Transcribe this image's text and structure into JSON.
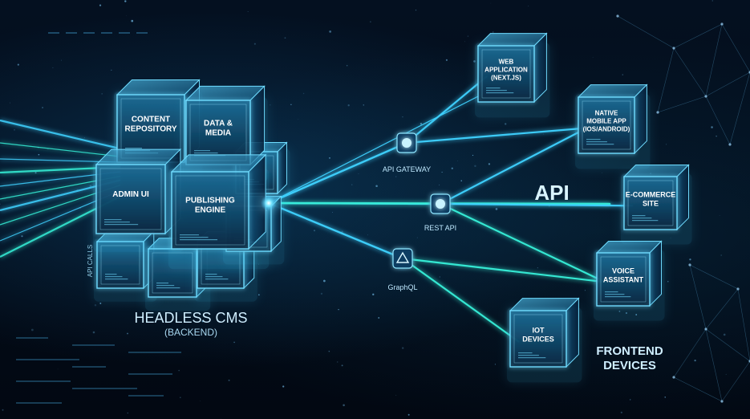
{
  "backend": {
    "title": "HEADLESS CMS",
    "subtitle": "(BACKEND)",
    "side_label": "API CALLS",
    "modules": [
      {
        "lines": [
          "CONTENT",
          "REPOSITORY"
        ]
      },
      {
        "lines": [
          "DATA &",
          "MEDIA"
        ]
      },
      {
        "lines": [
          "ADMIN UI"
        ]
      },
      {
        "lines": [
          "PUBLISHING",
          "ENGINE"
        ]
      }
    ]
  },
  "api": {
    "title": "API",
    "gateways": [
      {
        "label": "API GATEWAY",
        "icon": "circle-node-icon"
      },
      {
        "label": "REST API",
        "icon": "circle-node-icon"
      },
      {
        "label": "GraphQL",
        "icon": "graphql-icon"
      }
    ]
  },
  "frontend": {
    "title_lines": [
      "FRONTEND",
      "DEVICES"
    ],
    "devices": [
      {
        "lines": [
          "WEB",
          "APPLICATION",
          "(NEXT.JS)"
        ]
      },
      {
        "lines": [
          "NATIVE",
          "MOBILE APP",
          "(IOS/ANDROID)"
        ]
      },
      {
        "lines": [
          "E-COMMERCE",
          "SITE"
        ]
      },
      {
        "lines": [
          "VOICE",
          "ASSISTANT"
        ]
      },
      {
        "lines": [
          "IOT",
          "DEVICES"
        ]
      }
    ]
  },
  "colors": {
    "glow_cyan": "#3fd2ff",
    "glow_teal": "#37f0d8",
    "cube_edge": "#6fdcff",
    "cube_fill": "#0c3a5a",
    "text": "#ffffff"
  }
}
